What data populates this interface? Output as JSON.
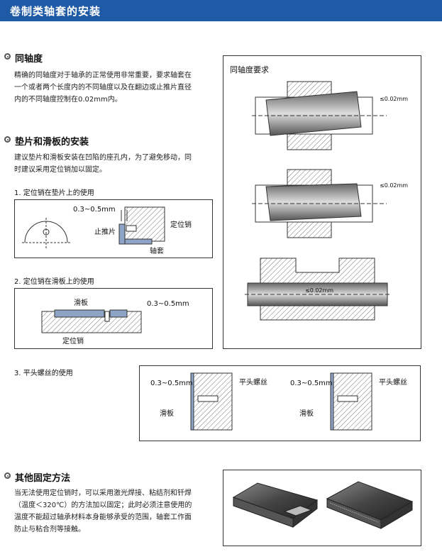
{
  "header": {
    "title": "卷制类轴套的安装"
  },
  "sections": {
    "coaxial": {
      "title": "同轴度",
      "text_lines": [
        "精确的同轴度对于轴承的正常使用非常重要，要求轴套在",
        "一个或者两个长度内的不同轴度以及在翻边或止推片直径",
        "内的不同轴度控制在0.02mm内。"
      ]
    },
    "shim": {
      "title": "垫片和滑板的安装",
      "text_lines": [
        "建议垫片和滑板安装在凹陷的座孔内，为了避免移动，同",
        "时建议采用定位销加以固定。"
      ]
    },
    "other": {
      "title": "其他固定方法",
      "text_lines": [
        "当无法使用定位销时，可以采用激光焊接、粘结剂和钎焊",
        "（温度＜320℃）的方法加以固定；此时必须注意使用的",
        "温度不能超过轴承材料本身能够承受的范围，轴套工作面",
        "防止与粘合剂等接触。"
      ]
    }
  },
  "fig1": {
    "caption": "1. 定位销在垫片上的使用",
    "dim": "0.3~0.5mm",
    "pin": "定位销",
    "thrust": "止推片",
    "bushing": "轴套"
  },
  "fig2": {
    "caption": "2. 定位销在滑板上的使用",
    "plate": "滑板",
    "dim": "0.3~0.5mm",
    "pin": "定位销"
  },
  "fig3": {
    "caption": "3. 平头螺丝的使用",
    "dim": "0.3~0.5mm",
    "screw": "平头螺丝",
    "plate": "滑板"
  },
  "coax_fig": {
    "title": "同轴度要求",
    "tol": "≤0.02mm"
  }
}
